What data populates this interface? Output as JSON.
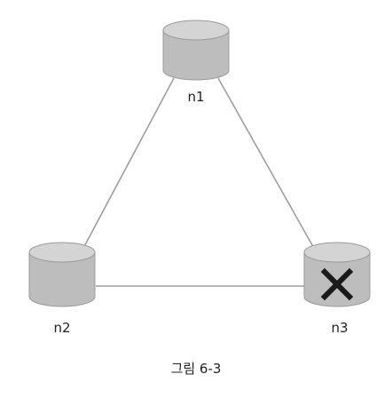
{
  "diagram": {
    "nodes": [
      {
        "id": "n1",
        "label": "n1",
        "failed": false
      },
      {
        "id": "n2",
        "label": "n2",
        "failed": false
      },
      {
        "id": "n3",
        "label": "n3",
        "failed": true
      }
    ],
    "edges": [
      {
        "from": "n1",
        "to": "n2"
      },
      {
        "from": "n1",
        "to": "n3"
      },
      {
        "from": "n2",
        "to": "n3"
      }
    ],
    "failure_marker_icon": "x-mark-icon",
    "caption": "그림 6-3"
  },
  "colors": {
    "node_fill": "#bdbdbd",
    "node_top": "#d4d4d4",
    "node_stroke": "#9a9a9a",
    "edge": "#9e9e9e",
    "failure_mark": "#1a1a1a",
    "text": "#222222"
  }
}
